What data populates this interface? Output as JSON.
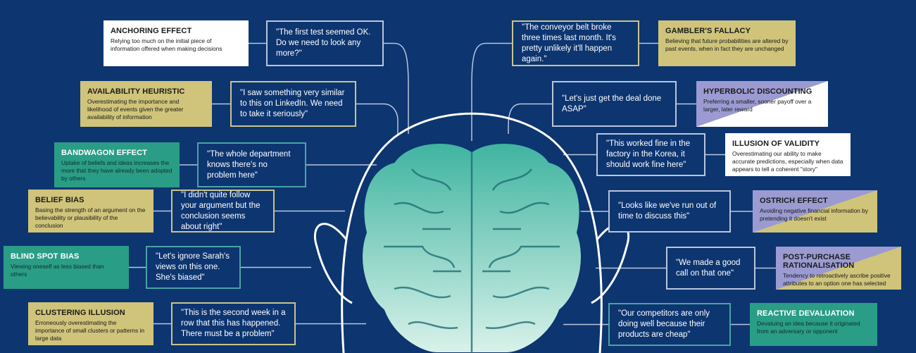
{
  "colors": {
    "background": "#0d3570",
    "gold": "#cfc47a",
    "teal": "#2a9d86",
    "purple": "#9b9bd2",
    "white": "#ffffff"
  },
  "biases": [
    {
      "name": "ANCHORING EFFECT",
      "definition": "Relying too much on the initial piece of information offered when making decisions",
      "quote": "\"The first test seemed OK. Do we need to look any more?\"",
      "style": "white"
    },
    {
      "name": "AVAILABILITY HEURISTIC",
      "definition": "Overestimating the importance and likelihood of events given the greater availability of information",
      "quote": "\"I saw something very similar to this on LinkedIn. We need to take it seriously\"",
      "style": "gold"
    },
    {
      "name": "BANDWAGON EFFECT",
      "definition": "Uptake of beliefs and ideas increases the more that they have already been adopted by others",
      "quote": "\"The whole department knows there's no problem here\"",
      "style": "teal"
    },
    {
      "name": "BELIEF BIAS",
      "definition": "Basing the strength of an argument on the believability or plausibility of the conclusion",
      "quote": "\"I didn't quite follow your argument but the conclusion seems about right\"",
      "style": "gold"
    },
    {
      "name": "BLIND SPOT BIAS",
      "definition": "Viewing oneself as less biased than others",
      "quote": "\"Let's ignore Sarah's views on this one. She's biased\"",
      "style": "teal"
    },
    {
      "name": "CLUSTERING ILLUSION",
      "definition": "Erroneously overestimating the importance of small clusters or patterns in large data",
      "quote": "\"This is the second week in a row that this has happened. There must be a problem\"",
      "style": "gold"
    },
    {
      "name": "GAMBLER'S FALLACY",
      "definition": "Believing that future probabilities are altered by past events, when in fact they are unchanged",
      "quote": "\"The conveyor belt broke three times last month. It's pretty unlikely it'll happen again.\"",
      "style": "gold"
    },
    {
      "name": "HYPERBOLIC DISCOUNTING",
      "definition": "Preferring a smaller, sooner payoff over a larger, later reward",
      "quote": "\"Let's just get the deal done ASAP\"",
      "style": "purple-white"
    },
    {
      "name": "ILLUSION OF VALIDITY",
      "definition": "Overestimating our ability to make accurate predictions, especially when data appears to tell a coherent \"story\"",
      "quote": "\"This worked fine in the factory in the Korea, it should work fine here\"",
      "style": "white"
    },
    {
      "name": "OSTRICH EFFECT",
      "definition": "Avoiding negative financial information by pretending it doesn't exist",
      "quote": "\"Looks like we've run out of time to discuss this\"",
      "style": "purple-gold"
    },
    {
      "name": "POST-PURCHASE RATIONALISATION",
      "definition": "Tendency to retroactively ascribe positive attributes to an option one has selected",
      "quote": "\"We made a good call on that one\"",
      "style": "purple-gold"
    },
    {
      "name": "REACTIVE DEVALUATION",
      "definition": "Devaluing an idea because it originated from an adversary or opponent",
      "quote": "\"Our competitors are only doing well because their products are cheap\"",
      "style": "teal"
    }
  ]
}
